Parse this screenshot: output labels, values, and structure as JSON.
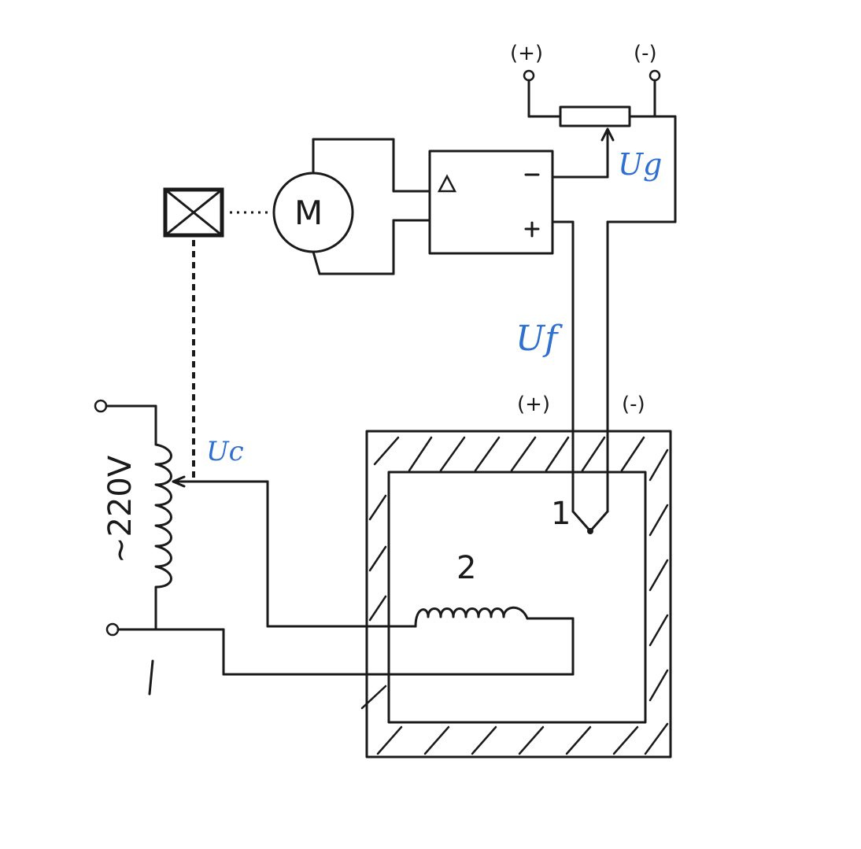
{
  "labels": {
    "top_plus": "(+)",
    "top_minus": "(-)",
    "ug": "Ug",
    "uf": "Uf",
    "tc_plus": "(+)",
    "tc_minus": "(-)",
    "motor": "M",
    "item1": "1",
    "item2": "2",
    "voltage": "~220V",
    "uc": "Uc"
  },
  "colors": {
    "line": "#1a1a1a",
    "signal_label": "#2f6fd0"
  }
}
